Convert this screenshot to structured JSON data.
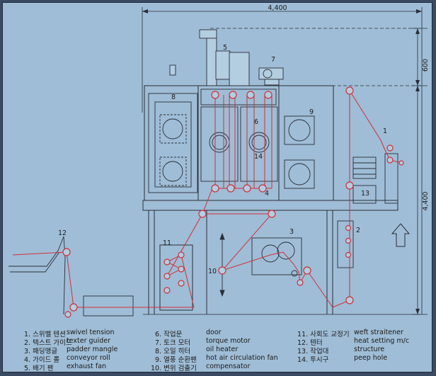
{
  "dimensions": {
    "total_width": "4,400",
    "total_height": "4,400",
    "top_clearance": "600"
  },
  "callouts": [
    "1",
    "2",
    "3",
    "4",
    "5",
    "6",
    "7",
    "8",
    "9",
    "10",
    "11",
    "12",
    "13",
    "14"
  ],
  "legend": [
    {
      "num": "1.",
      "ko": "스위벨 텐션",
      "en": "swivel tension"
    },
    {
      "num": "2.",
      "ko": "텍스트 가이드",
      "en": "texter guider"
    },
    {
      "num": "3.",
      "ko": "패딩맹글",
      "en": "padder mangle"
    },
    {
      "num": "4.",
      "ko": "가이드 롤",
      "en": "conveyor roll"
    },
    {
      "num": "5.",
      "ko": "배기 팬",
      "en": "exhaust fan"
    },
    {
      "num": "6.",
      "ko": "작업문",
      "en": "door"
    },
    {
      "num": "7.",
      "ko": "토크 모터",
      "en": "torque motor"
    },
    {
      "num": "8.",
      "ko": "오일 히터",
      "en": "oil heater"
    },
    {
      "num": "9.",
      "ko": "열풍 순환팬",
      "en": "hot air circulation fan"
    },
    {
      "num": "10.",
      "ko": "변위 검출기",
      "en": "compensator"
    },
    {
      "num": "11.",
      "ko": "사회도 교정기",
      "en": "weft straitener"
    },
    {
      "num": "12.",
      "ko": "텐터",
      "en": "heat setting m/c"
    },
    {
      "num": "13.",
      "ko": "작업대",
      "en": "structure"
    },
    {
      "num": "14.",
      "ko": "투시구",
      "en": "peep hole"
    }
  ],
  "colors": {
    "background": "#9fbdd6",
    "line": "#2a2e38",
    "fabric_path": "#d0303a",
    "frame": "#3b4a63"
  }
}
